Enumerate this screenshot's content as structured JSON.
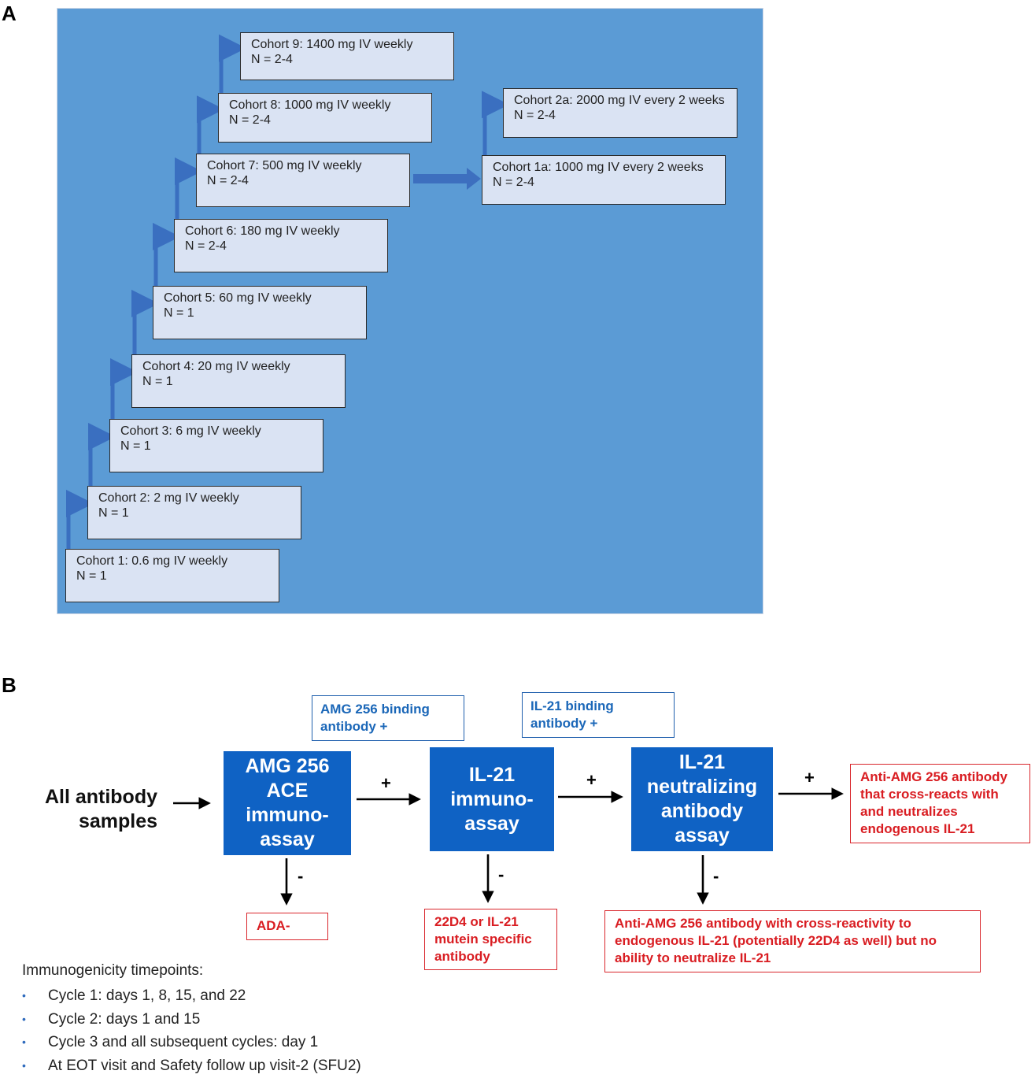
{
  "panel_a": {
    "letter": "A",
    "cohorts": [
      {
        "line1": "Cohort 1: 0.6 mg IV weekly",
        "line2": "N = 1"
      },
      {
        "line1": "Cohort 2: 2 mg IV weekly",
        "line2": "N = 1"
      },
      {
        "line1": "Cohort 3: 6 mg IV weekly",
        "line2": "N = 1"
      },
      {
        "line1": "Cohort 4: 20 mg IV weekly",
        "line2": "N = 1"
      },
      {
        "line1": "Cohort 5: 60 mg IV weekly",
        "line2": "N = 1"
      },
      {
        "line1": "Cohort 6: 180 mg IV weekly",
        "line2": "N = 2-4"
      },
      {
        "line1": "Cohort 7: 500 mg IV weekly",
        "line2": "N = 2-4"
      },
      {
        "line1": "Cohort 8: 1000 mg IV weekly",
        "line2": "N = 2-4"
      },
      {
        "line1": "Cohort 9: 1400 mg IV weekly",
        "line2": "N = 2-4"
      }
    ],
    "branch": [
      {
        "line1": "Cohort 1a: 1000 mg IV every 2 weeks",
        "line2": "N = 2-4"
      },
      {
        "line1": "Cohort 2a: 2000 mg IV every 2 weeks",
        "line2": "N = 2-4"
      }
    ]
  },
  "panel_b": {
    "letter": "B",
    "input_label": [
      "All antibody",
      "samples"
    ],
    "assays": [
      [
        "AMG 256",
        "ACE",
        "immuno-",
        "assay"
      ],
      [
        "IL-21",
        "immuno-",
        "assay"
      ],
      [
        "IL-21",
        "neutralizing",
        "antibody",
        "assay"
      ]
    ],
    "positive_labels": [
      [
        "AMG 256 binding",
        "antibody +"
      ],
      [
        "IL-21 binding",
        "antibody +"
      ]
    ],
    "plus_sign": "+",
    "minus_sign": "-",
    "outcomes": {
      "final_positive": [
        "Anti-AMG 256 antibody",
        "that cross-reacts with",
        "and neutralizes",
        "endogenous IL-21"
      ],
      "neg1": [
        "ADA-"
      ],
      "neg2": [
        "22D4 or IL-21",
        "mutein specific",
        "antibody"
      ],
      "neg3": [
        "Anti-AMG 256 antibody with cross-reactivity to",
        "endogenous IL-21 (potentially 22D4 as well) but no",
        "ability to neutralize IL-21"
      ]
    },
    "timepoints": {
      "title": "Immunogenicity timepoints:",
      "items": [
        "Cycle 1: days 1, 8, 15, and 22",
        "Cycle 2: days 1 and 15",
        "Cycle 3 and all subsequent cycles: day 1",
        "At EOT visit and Safety follow up visit-2 (SFU2)"
      ]
    }
  },
  "colors": {
    "panel_a_background": "#5b9bd5",
    "cohort_box": "#dae3f3",
    "assay_box": "#0f62c4",
    "blue_text": "#1b67b8",
    "red_text": "#d91d22"
  }
}
